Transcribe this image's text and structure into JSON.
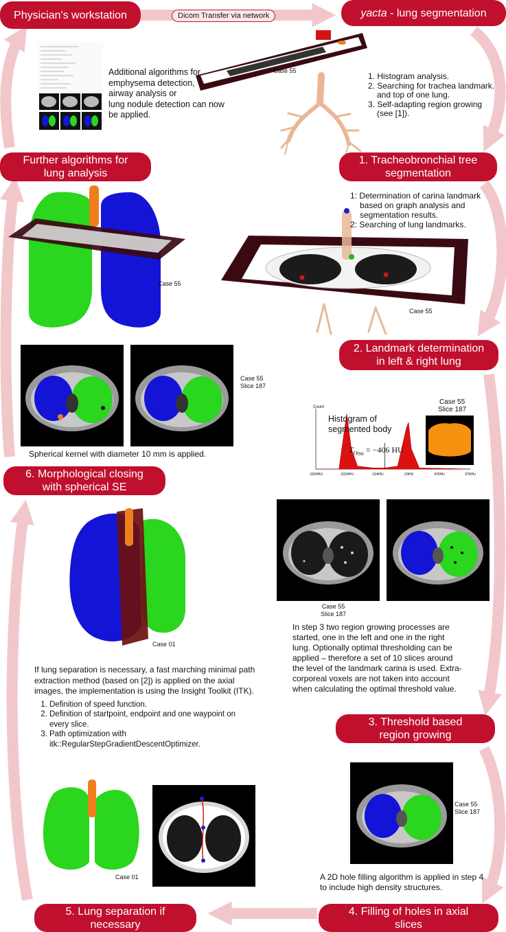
{
  "title": "yacta lung segmentation workflow",
  "steps": {
    "workstation": "Physician's workstation",
    "yacta_name": "yacta",
    "yacta_rest": " - lung segmentation",
    "s1_line1": "1. Tracheobronchial tree",
    "s1_line2": "segmentation",
    "s2_line1": "2. Landmark determination",
    "s2_line2": "in left & right  lung",
    "s3_line1": "3. Threshold based",
    "s3_line2": "region growing",
    "s4_line1": "4. Filling of holes in axial",
    "s4_line2": "slices",
    "s5_line1": "5.  Lung separation if",
    "s5_line2": "necessary",
    "s6_line1": "6. Morphological closing",
    "s6_line2": "with spherical SE",
    "further_line1": "Further algorithms for",
    "further_line2": "lung analysis"
  },
  "network_label": "Dicom Transfer via network",
  "workstation_text": {
    "line1": "Additional algorithms for",
    "line2": "emphysema detection,",
    "line3": "airway analysis or",
    "line4": "lung nodule detection can now",
    "line5": "be applied."
  },
  "yacta_list": {
    "item1": "1. Histogram analysis.",
    "item2a": "2. Searching for trachea landmark.",
    "item2b": "and top of one lung.",
    "item3a": "3. Self-adapting region growing",
    "item3b": "(see [1])."
  },
  "landmark_list": {
    "item1a": "1: Determination of carina landmark",
    "item1b": "based on graph analysis and",
    "item1c": "segmentation results.",
    "item2": "2: Searching of lung landmarks."
  },
  "captions": {
    "case55": "Case 55",
    "case01": "Case 01",
    "slice187": "Slice 187",
    "kernel": "Spherical kernel with diameter 10 mm is applied."
  },
  "histogram": {
    "title_line1": "Histogram of",
    "title_line2": "segmented body",
    "ylabel": "Count",
    "threshold_symbol": "T",
    "threshold_sub": "Otsu",
    "threshold_eq": " = −406 HU",
    "ticks": [
      "-1524HU",
      "-1024HU",
      "-524HU",
      "-24HU",
      "476HU",
      "976HU"
    ]
  },
  "chart_data": {
    "type": "area",
    "xlabel": "",
    "ylabel": "Count",
    "ticks": [
      "-1524HU",
      "-1024HU",
      "-524HU",
      "-24HU",
      "476HU",
      "976HU"
    ],
    "x": [
      -1524,
      -1150,
      -1024,
      -950,
      -850,
      -600,
      -406,
      -200,
      -60,
      -24,
      20,
      150,
      976
    ],
    "values": [
      0,
      0,
      0.95,
      0.35,
      0.05,
      0.02,
      0.02,
      0.05,
      0.7,
      0.8,
      0.35,
      0.02,
      0
    ],
    "threshold": -406
  },
  "region_text": {
    "line1": "In step 3 two region growing processes are",
    "line2": "started, one in the left and one in the right",
    "line3": "lung. Optionally optimal thresholding can be",
    "line4": "applied – therefore a set of 10 slices around",
    "line5": "the level of the landmark carina is used. Extra-",
    "line6": "corporeal voxels are not taken into account",
    "line7": "when calculating the optimal threshold value."
  },
  "separation_text": {
    "line1": "If lung separation is necessary, a fast marching minimal path",
    "line2": "extraction method (based on [2]) is applied on the axial",
    "line3": "images, the implementation is using the Insight Toolkit (ITK).",
    "item1": "Definition of speed function.",
    "item2a": "Definition of startpoint, endpoint and one waypoint on",
    "item2b": "every slice.",
    "item3a": "Path optimization with",
    "item3b": "itk::RegularStepGradientDescentOptimizer."
  },
  "holes_text": {
    "line1": "A 2D hole filling algorithm is applied in step 4",
    "line2": "to include high density structures."
  },
  "colors": {
    "step_red": "#c0102e",
    "arrow_pink": "#f2c7cc",
    "left_lung": "#1414d6",
    "right_lung": "#2ad61e",
    "trachea": "#f07e1e",
    "body_orange": "#f6900f"
  }
}
